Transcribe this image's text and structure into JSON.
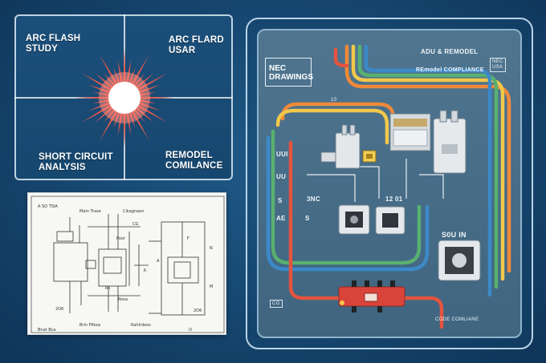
{
  "arc_panel": {
    "labels": {
      "top_left": "ARC FLASH\nSTUDY",
      "top_right": "ARC FLARD\nUSAR",
      "bottom_left": "SHORT CIRCUIT\nANALYSIS",
      "bottom_right": "REMODEL\nCOMILANCE"
    },
    "colors": {
      "burst": "#e8574c",
      "core": "#ffffff"
    }
  },
  "schematic": {
    "header_left": "A SO TSIA",
    "header_mid": "Main Trase",
    "header_right": "Cikagnaon",
    "label_power": "Poor",
    "label_cg": "CG",
    "label_a": "A",
    "label_k": "K",
    "label_f": "F",
    "label_n": "N",
    "label_ro": "Ro",
    "label_rosa": "Rosa",
    "label_206_left": "2O6",
    "label_206_right": "2O6",
    "label_m": "M",
    "label_bus_left": "Brin Pltkos",
    "label_bus_right": "Rahlrdeos",
    "footer_left": "Bnat Bca",
    "label_0": "O"
  },
  "board": {
    "nec_title": "NEC\nDRAWINGS",
    "top_right_title": "ADU & REMODEL",
    "corner_box": "NEC\nUSA",
    "compliance": "REmodel COMPLIANCE",
    "left_code_1": "UUI",
    "left_code_2": "UU",
    "left_code_3": "S",
    "left_code_4": "AE",
    "mid_label_1": "3NC",
    "mid_label_2": "S",
    "mid_label_3": "12 01",
    "right_label": "S0U IN",
    "small_value": "10",
    "bottom_right": "CODE COMLIANE",
    "bottom_left": "CG",
    "colors": {
      "wire_orange": "#ef8a3a",
      "wire_yellow": "#f2c84b",
      "wire_green": "#59b070",
      "wire_blue": "#3c89c9",
      "wire_red": "#e4543e",
      "busbar": "#d9443a"
    }
  }
}
